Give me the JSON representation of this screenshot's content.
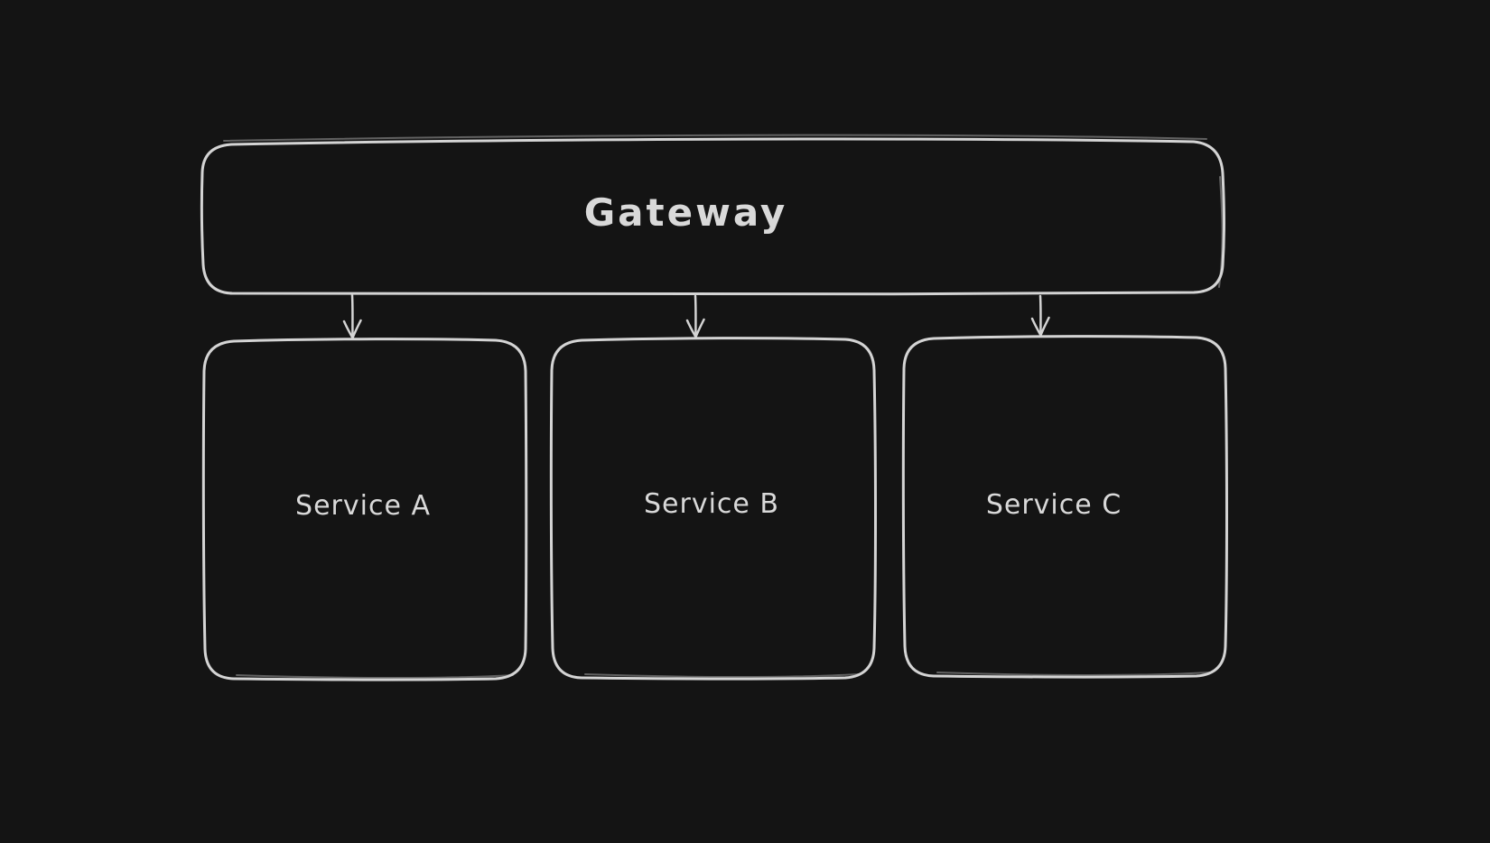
{
  "canvas": {
    "background_color": "#141414",
    "stroke_color": "#d4d4d4",
    "text_color": "#d9d9d9"
  },
  "diagram": {
    "nodes": [
      {
        "id": "gateway",
        "label": "Gateway"
      },
      {
        "id": "service-a",
        "label": "Service A"
      },
      {
        "id": "service-b",
        "label": "Service B"
      },
      {
        "id": "service-c",
        "label": "Service C"
      }
    ],
    "edges": [
      {
        "from": "Gateway",
        "to": "Service A"
      },
      {
        "from": "Gateway",
        "to": "Service B"
      },
      {
        "from": "Gateway",
        "to": "Service C"
      }
    ]
  }
}
